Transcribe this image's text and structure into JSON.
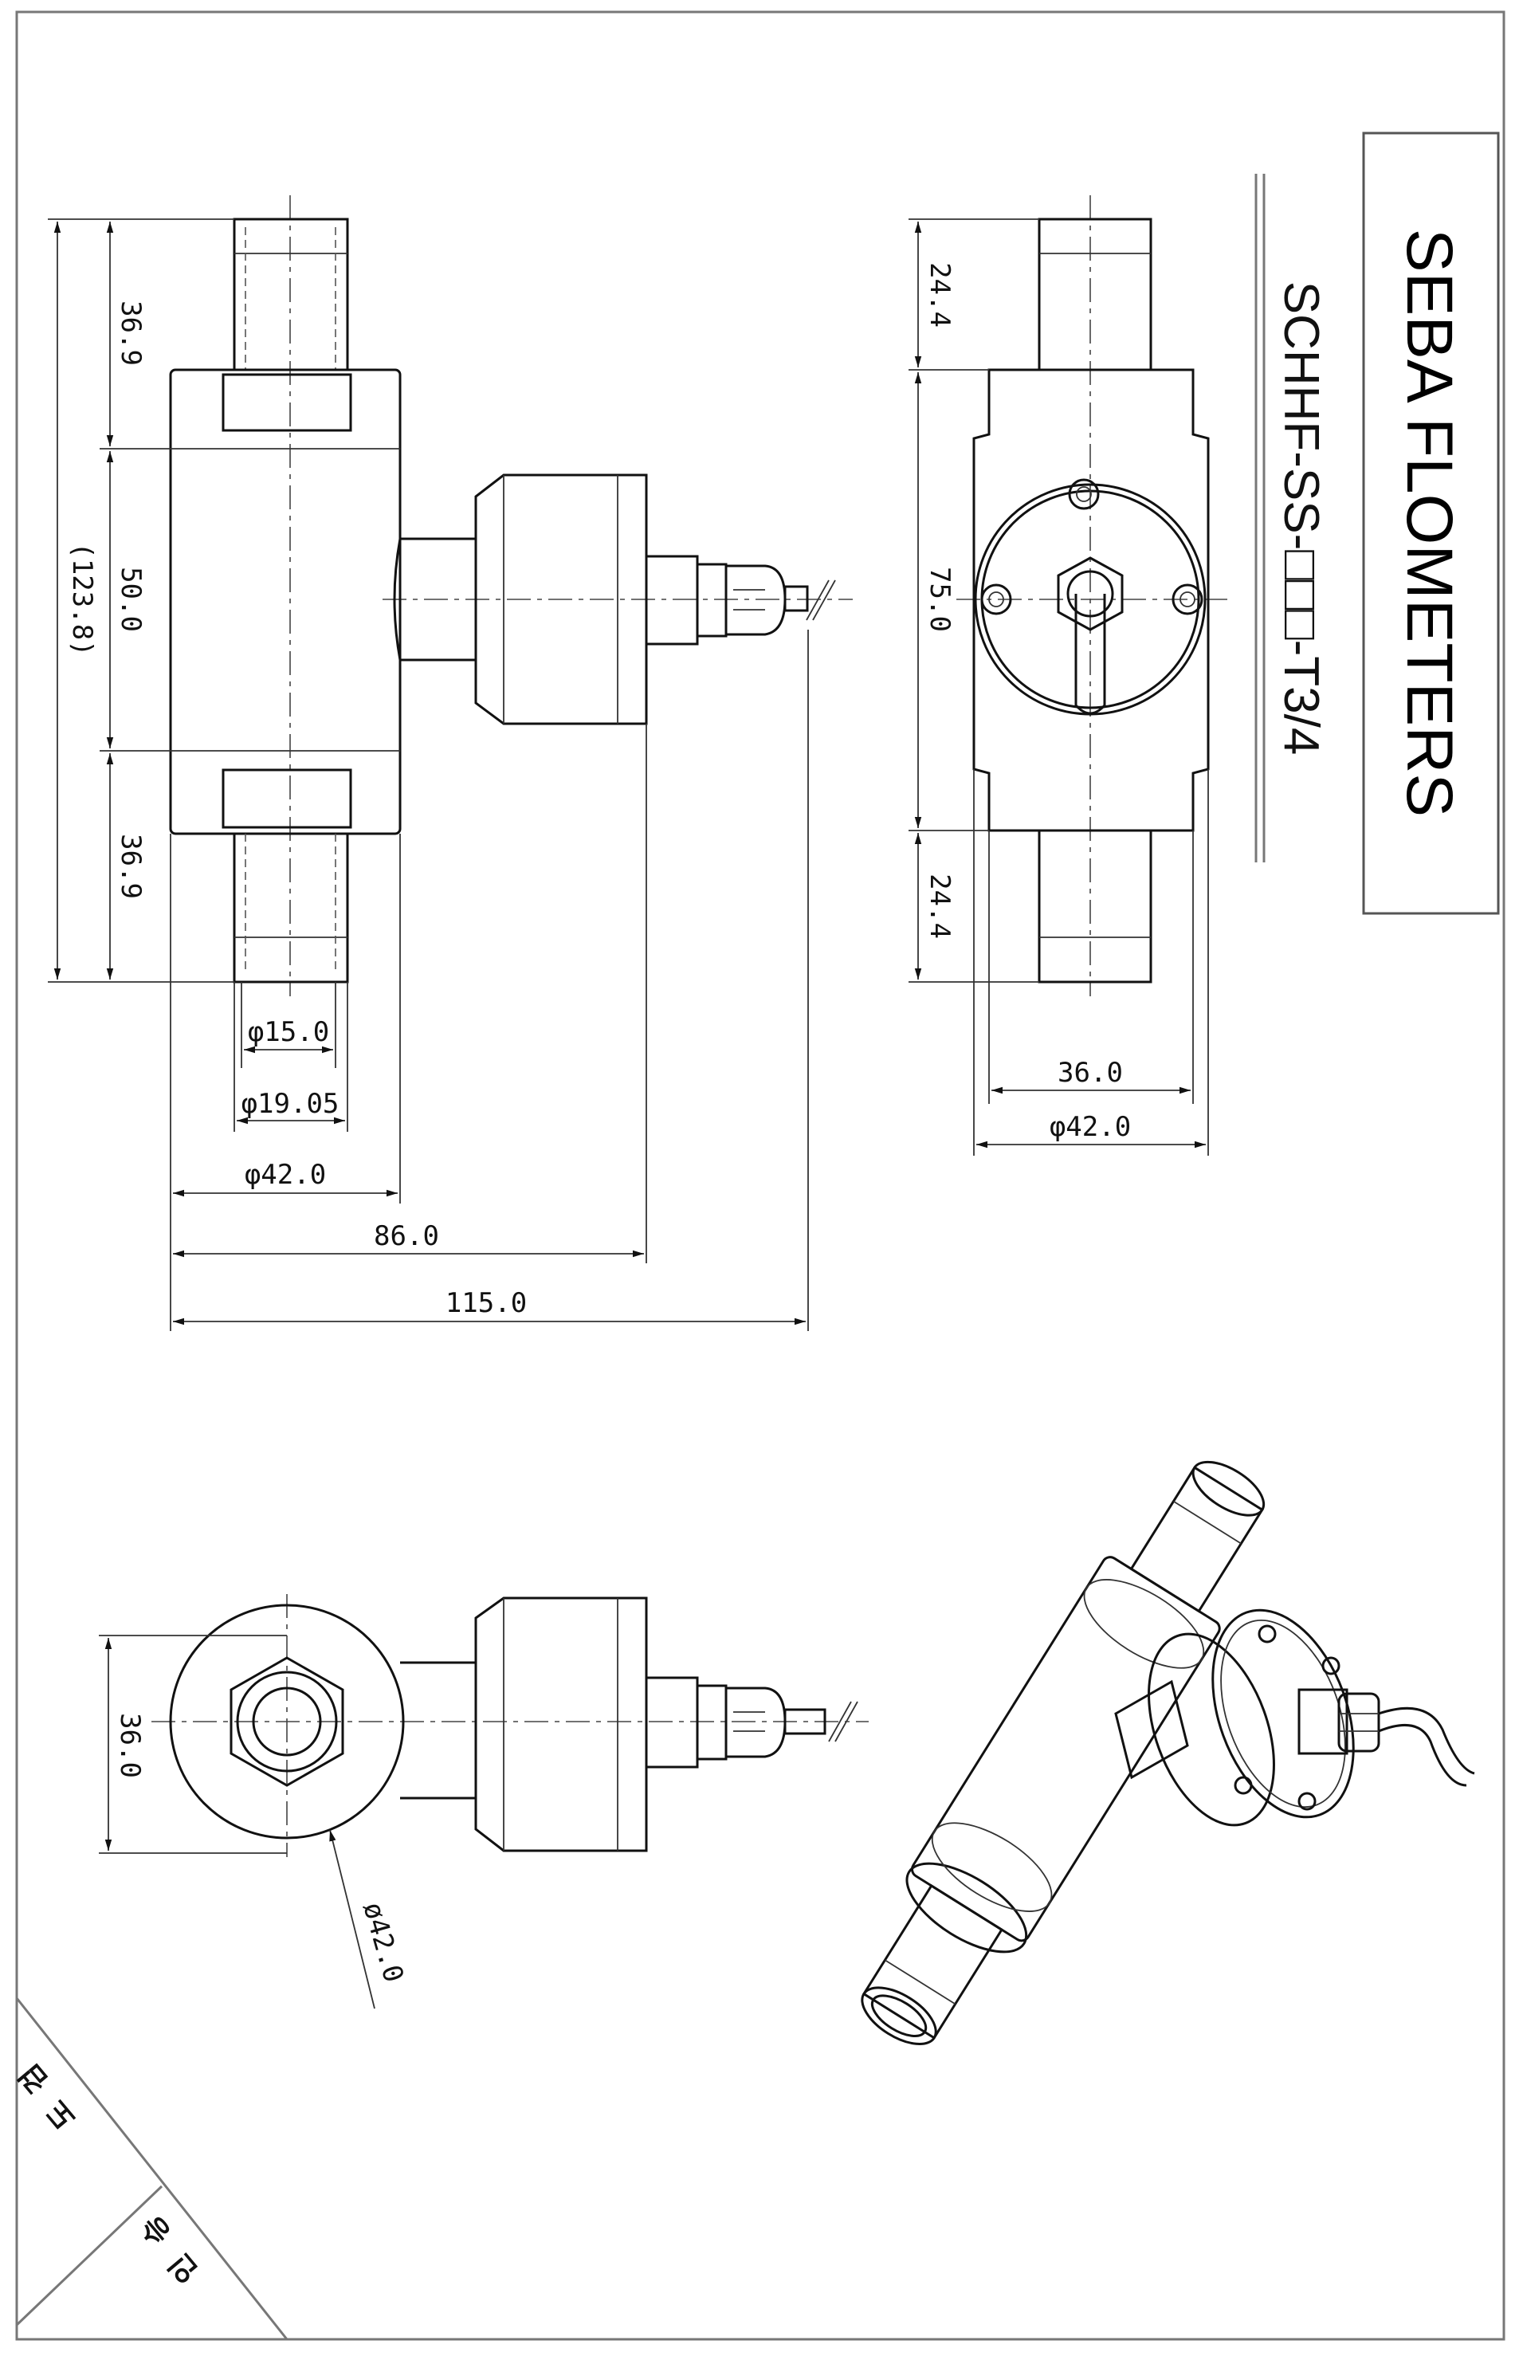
{
  "title_block": {
    "title": "SEBA FLOMETERS",
    "model": "SCHHF-SS-□□□-T3/4"
  },
  "front_view": {
    "dims": {
      "overall_height": "(123.8)",
      "top_pipe": "36.9",
      "body": "50.0",
      "bottom_pipe": "36.9",
      "inner_dia": "φ15.0",
      "pipe_dia": "φ19.05",
      "body_dia": "φ42.0",
      "to_head": "86.0",
      "overall_length": "115.0"
    }
  },
  "side_view": {
    "dims": {
      "top_pipe": "24.4",
      "body": "75.0",
      "bottom_pipe": "24.4",
      "flat_width": "36.0",
      "body_dia": "φ42.0"
    }
  },
  "end_view": {
    "dims": {
      "flat_width": "36.0",
      "body_dia": "ø42.0"
    }
  },
  "corner_block": {
    "review": [
      "검",
      "도"
    ],
    "approve": [
      "승",
      "인"
    ]
  }
}
